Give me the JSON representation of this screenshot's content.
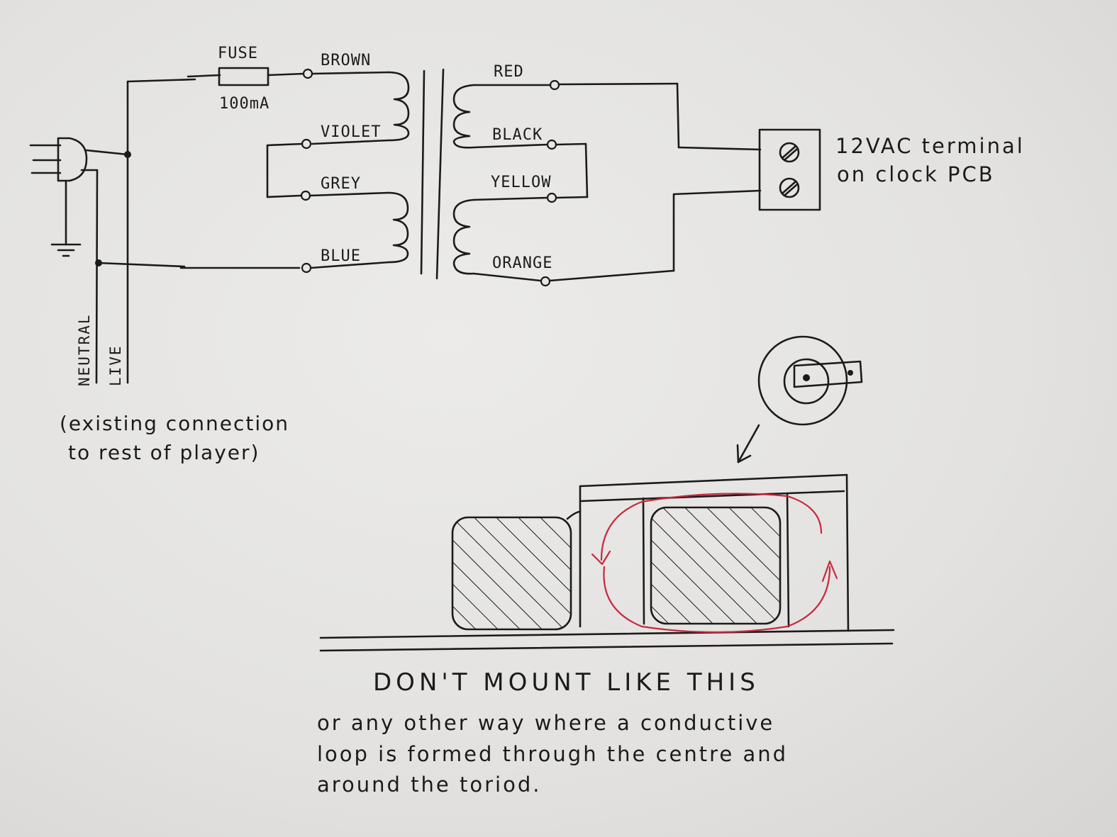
{
  "labels": {
    "fuse": "FUSE",
    "fuse_rating": "100mA",
    "brown": "BROWN",
    "violet": "VIOLET",
    "grey": "GREY",
    "blue": "BLUE",
    "red": "RED",
    "black": "BLACK",
    "yellow": "YELLOW",
    "orange": "ORANGE",
    "neutral": "NEUTRAL",
    "live": "LIVE",
    "terminal_line1": "12VAC terminal",
    "terminal_line2": "on clock PCB",
    "existing_line1": "(existing connection",
    "existing_line2": "to rest of player)",
    "warning_title": "DON'T MOUNT LIKE THIS",
    "warning_line1": "or any other way where a conductive",
    "warning_line2": "loop is formed through the centre and",
    "warning_line3": "around the toriod."
  },
  "colors": {
    "ink": "#1b1b1b",
    "loop_red": "#c8283c",
    "paper": "#e4e3e1"
  }
}
